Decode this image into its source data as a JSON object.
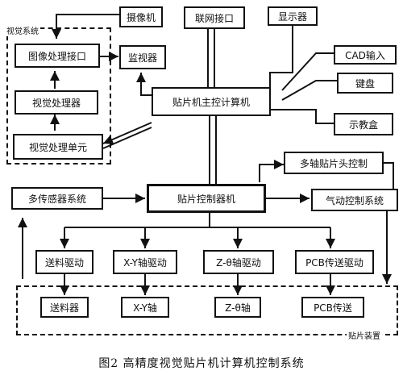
{
  "groups": {
    "vision": "视觉系统",
    "mount": "贴片装置"
  },
  "boxes": {
    "host": "贴片机主控计算机",
    "control": "贴片控制器机",
    "monitor": "监视器",
    "camera_if": "图像处理接口",
    "vision_proc": "视觉处理器",
    "vision_unit": "视觉处理单元",
    "camera": "摄像机",
    "network": "联网接口",
    "display": "显示器",
    "cad": "CAD输入",
    "keyboard": "键盘",
    "teach_box": "示教盒",
    "head_ctrl": "多轴贴片头控制",
    "sensors": "多传感器系统",
    "pneumatic": "气动控制系统",
    "feed_drive": "送料驱动",
    "xy_drive": "X-Y轴驱动",
    "z_drive": "Z-θ轴驱动",
    "pcb_drive": "PCB传送驱动",
    "feeder": "送料器",
    "xy_axis": "X-Y轴",
    "z_axis": "Z-θ轴",
    "pcb_convey": "PCB传送"
  },
  "caption": "图2 高精度视觉贴片机计算机控制系统"
}
